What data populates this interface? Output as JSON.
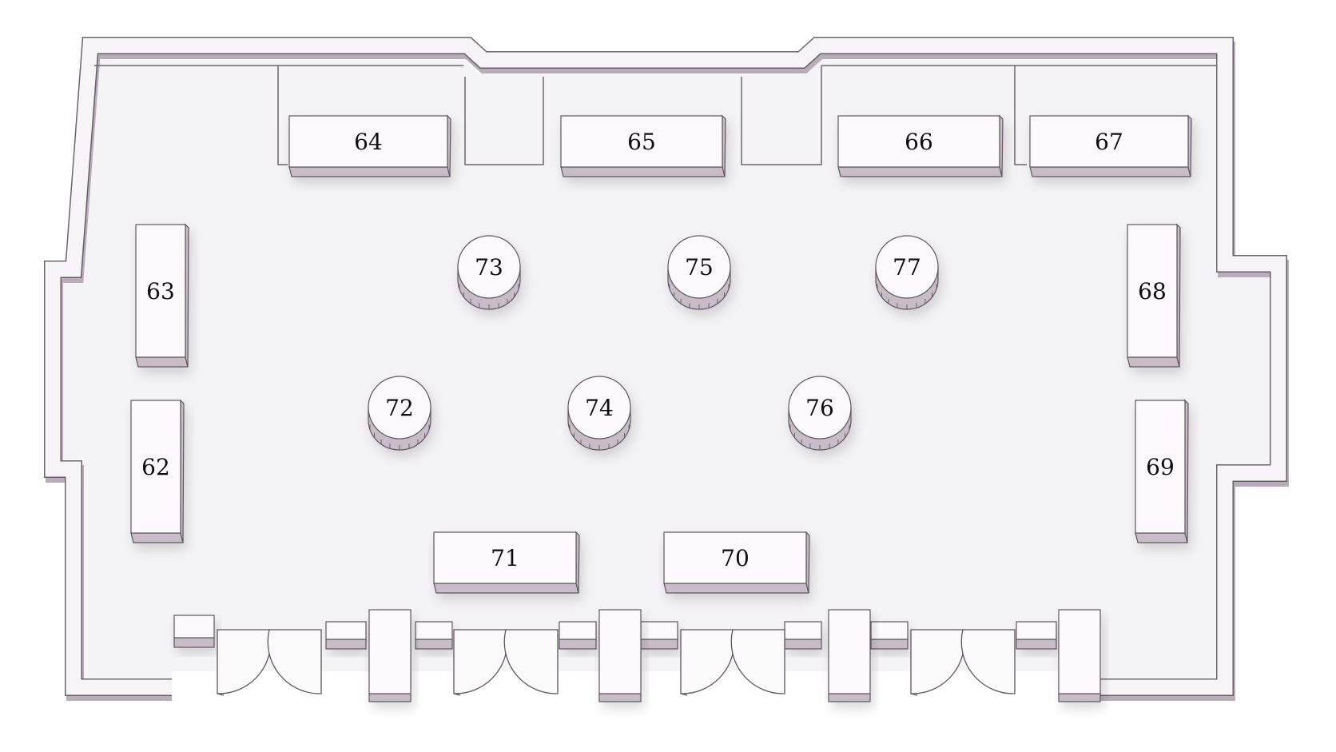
{
  "colors": {
    "floor": "#f4f3f5",
    "wall_top": "#f7f4f7",
    "wall_side": "#b9adb9",
    "edge": "#5e545e",
    "block_top": "#fbf9fb",
    "block_side": "#c9bcc9",
    "label": "#111111"
  },
  "rect_tables": [
    {
      "id": "table-64",
      "label": "64"
    },
    {
      "id": "table-65",
      "label": "65"
    },
    {
      "id": "table-66",
      "label": "66"
    },
    {
      "id": "table-67",
      "label": "67"
    },
    {
      "id": "table-63",
      "label": "63"
    },
    {
      "id": "table-62",
      "label": "62"
    },
    {
      "id": "table-68",
      "label": "68"
    },
    {
      "id": "table-69",
      "label": "69"
    },
    {
      "id": "table-71",
      "label": "71"
    },
    {
      "id": "table-70",
      "label": "70"
    }
  ],
  "round_tables": [
    {
      "id": "table-73",
      "label": "73"
    },
    {
      "id": "table-75",
      "label": "75"
    },
    {
      "id": "table-77",
      "label": "77"
    },
    {
      "id": "table-72",
      "label": "72"
    },
    {
      "id": "table-74",
      "label": "74"
    },
    {
      "id": "table-76",
      "label": "76"
    }
  ]
}
